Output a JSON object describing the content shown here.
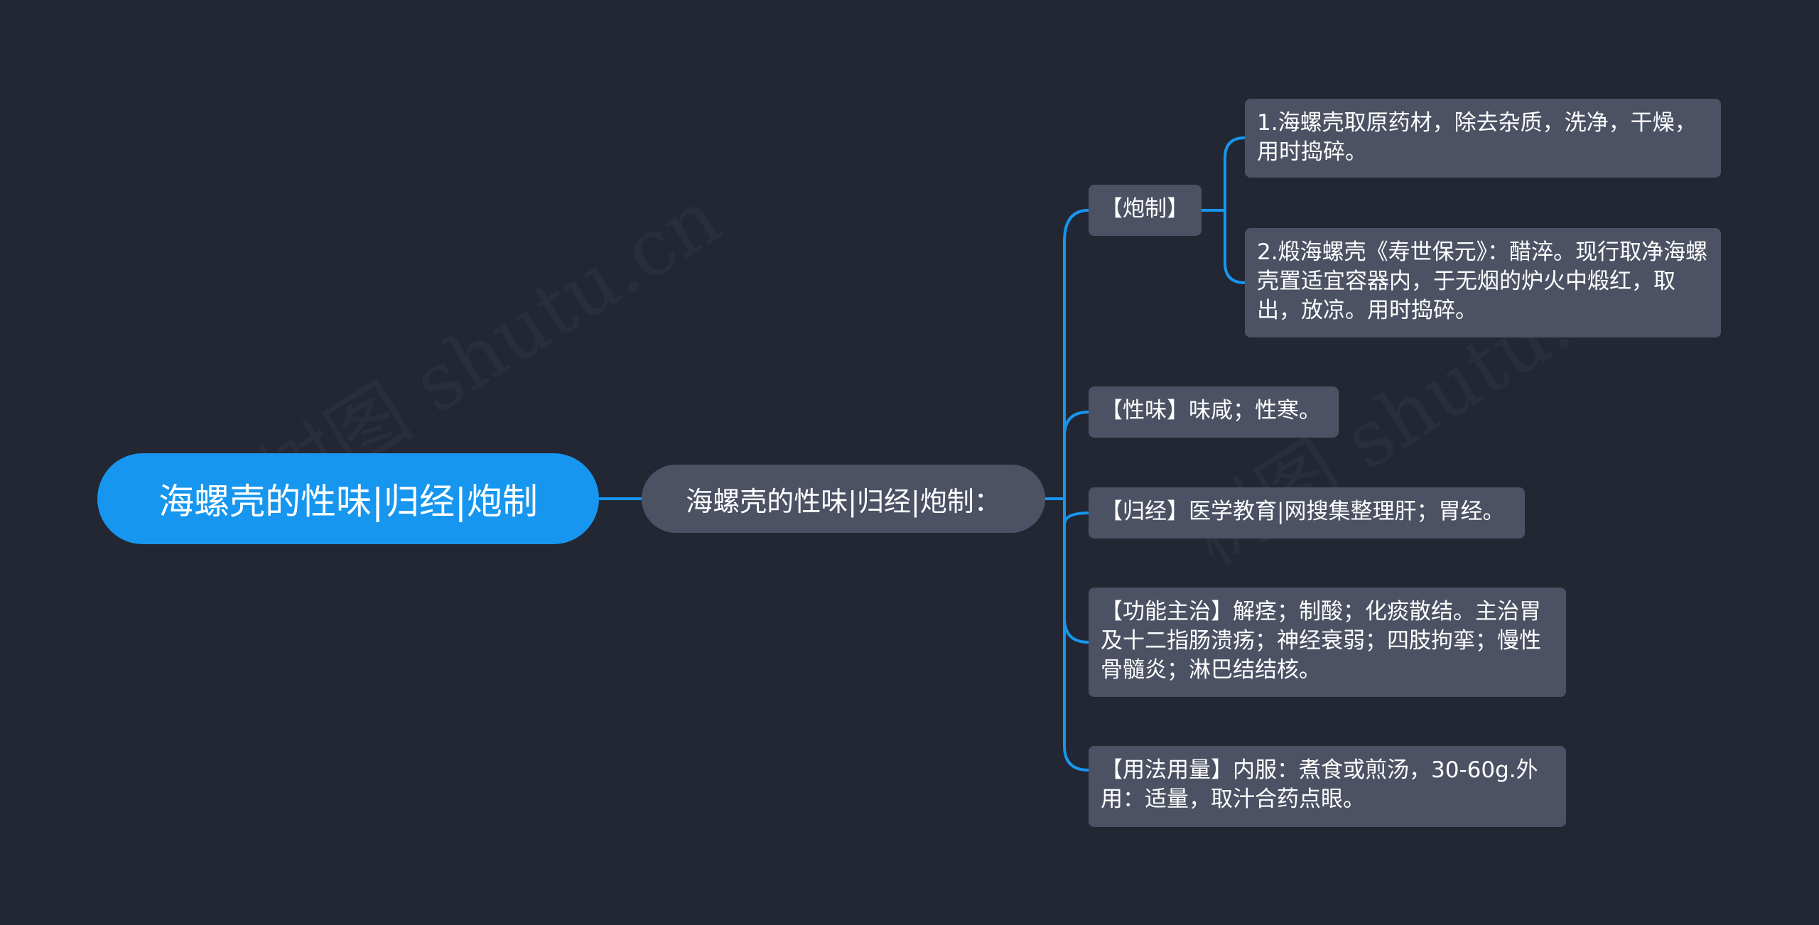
{
  "watermark": [
    "树图 shutu.cn",
    "树图 shutu.cn"
  ],
  "root": {
    "label": "海螺壳的性味|归经|炮制"
  },
  "branch": {
    "label": "海螺壳的性味|归经|炮制："
  },
  "topics": [
    {
      "label": "【炮制】",
      "children": [
        {
          "label": "1.海螺壳取原药材，除去杂质，洗净，干燥，用时捣碎。"
        },
        {
          "label": "2.煅海螺壳《寿世保元》：醋淬。现行取净海螺壳置适宜容器内，于无烟的炉火中煅红，取出，放凉。用时捣碎。"
        }
      ]
    },
    {
      "label": "【性味】味咸；性寒。"
    },
    {
      "label": "【归经】医学教育|网搜集整理肝；胃经。"
    },
    {
      "label": "【功能主治】解痉；制酸；化痰散结。主治胃及十二指肠溃疡；神经衰弱；四肢拘挛；慢性骨髓炎；淋巴结结核。"
    },
    {
      "label": "【用法用量】内服：煮食或煎汤，30-60g.外用：适量，取汁合药点眼。"
    }
  ],
  "colors": {
    "background": "#222733",
    "root_fill": "#1796ef",
    "node_fill": "#4c5263",
    "connector": "#1796ef",
    "text": "#ffffff"
  }
}
